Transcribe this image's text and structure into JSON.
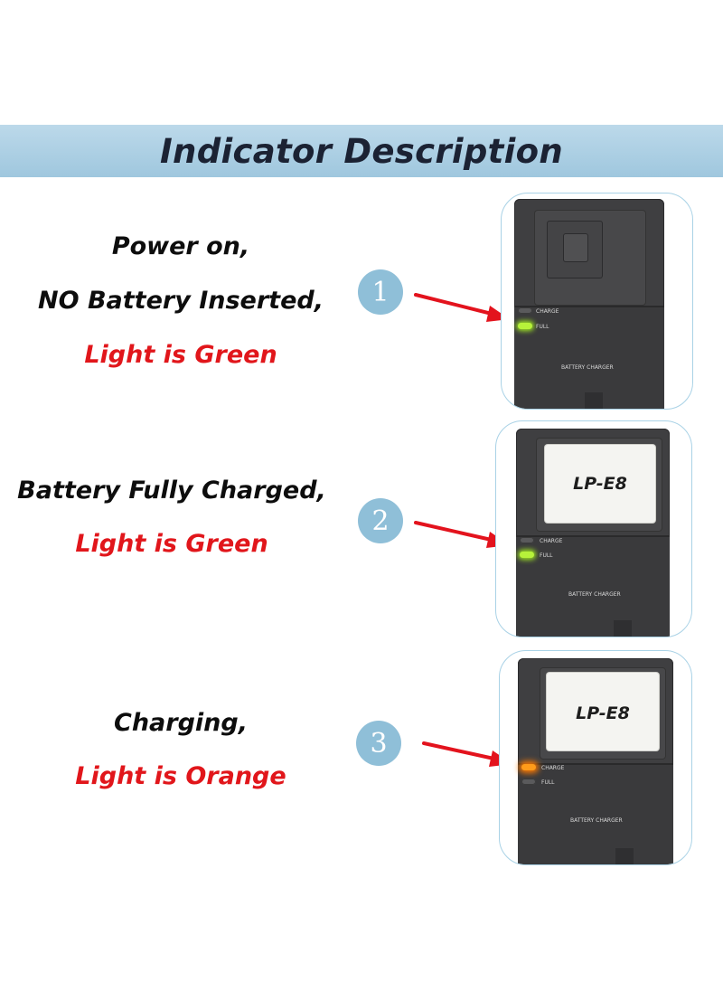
{
  "banner": {
    "title": "Indicator Description"
  },
  "steps": [
    {
      "number": "1",
      "lines": [
        "Power on,",
        "NO Battery Inserted,",
        "Light is Green"
      ],
      "charger": {
        "charge_label": "CHARGE",
        "full_label": "FULL",
        "brand_label": "BATTERY CHARGER",
        "battery_label": "",
        "charge_led": "off",
        "full_led": "green"
      }
    },
    {
      "number": "2",
      "lines": [
        "Battery Fully Charged,",
        "Light is Green"
      ],
      "charger": {
        "charge_label": "CHARGE",
        "full_label": "FULL",
        "brand_label": "BATTERY CHARGER",
        "battery_label": "LP-E8",
        "charge_led": "off",
        "full_led": "green"
      }
    },
    {
      "number": "3",
      "lines": [
        "Charging,",
        "Light is Orange"
      ],
      "charger": {
        "charge_label": "CHARGE",
        "full_label": "FULL",
        "brand_label": "BATTERY CHARGER",
        "battery_label": "LP-E8",
        "charge_led": "orange",
        "full_led": "off"
      }
    }
  ],
  "colors": {
    "banner": "#a8cde2",
    "badge": "#8fbfd8",
    "arrow": "#e3131d",
    "emphasis": "#e1161b",
    "led_green": "#b7f23a",
    "led_orange": "#ff9b1a"
  }
}
